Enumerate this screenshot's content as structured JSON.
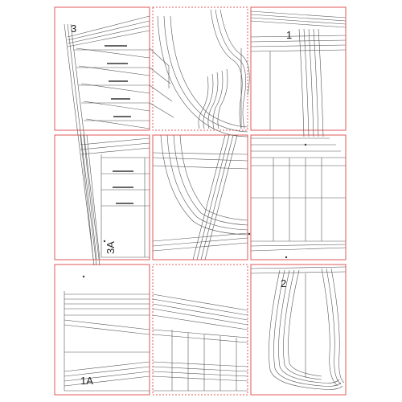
{
  "document": {
    "type": "tiled sewing pattern printout",
    "grid": {
      "rows": 3,
      "cols": 3
    },
    "colors": {
      "tile_border": "#e05a5a",
      "tile_border_dashed": "#e88c8c",
      "pattern_line": "#555555",
      "pattern_line_light": "#8a8a8a",
      "text": "#222222"
    }
  },
  "pieces": [
    {
      "label": "1"
    },
    {
      "label": "2"
    },
    {
      "label": "3"
    },
    {
      "label": "3A"
    },
    {
      "label": "1A"
    }
  ]
}
